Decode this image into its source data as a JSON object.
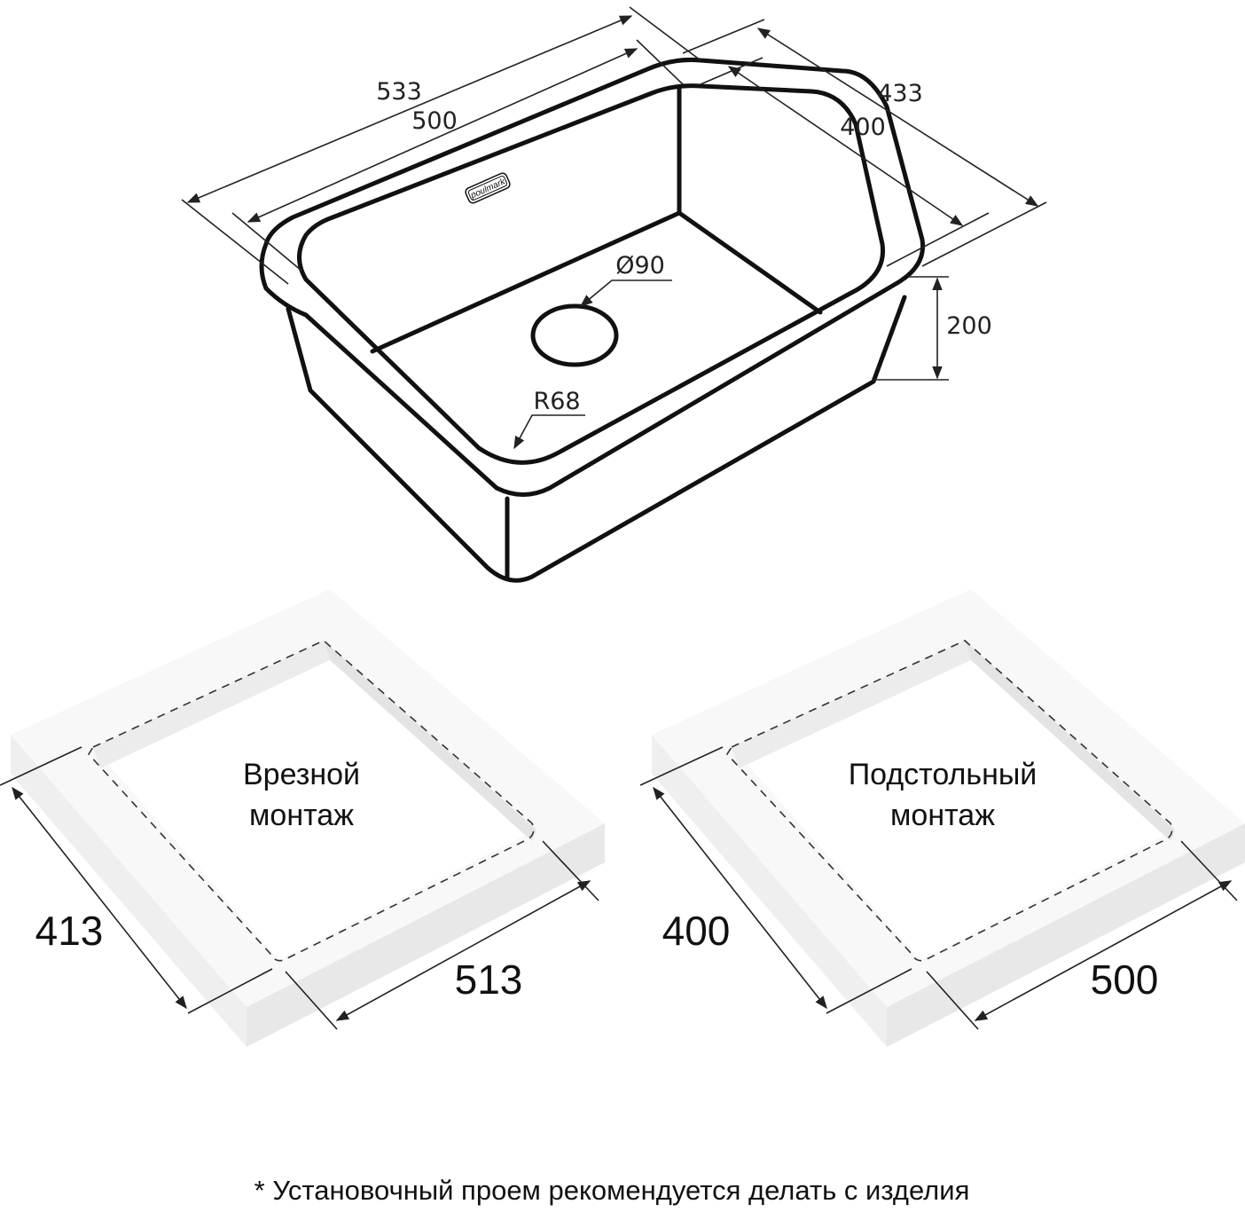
{
  "sink": {
    "brand": "poulmark",
    "dimensions": {
      "outer_length": "533",
      "bowl_length": "500",
      "outer_width": "433",
      "bowl_width": "400",
      "depth": "200",
      "drain_diameter": "Ø90",
      "corner_radius": "R68"
    }
  },
  "cutouts": [
    {
      "title_line1": "Врезной",
      "title_line2": "монтаж",
      "width": "413",
      "length": "513"
    },
    {
      "title_line1": "Подстольный",
      "title_line2": "монтаж",
      "width": "400",
      "length": "500"
    }
  ],
  "footnote": "* Установочный проем рекомендуется делать с изделия"
}
